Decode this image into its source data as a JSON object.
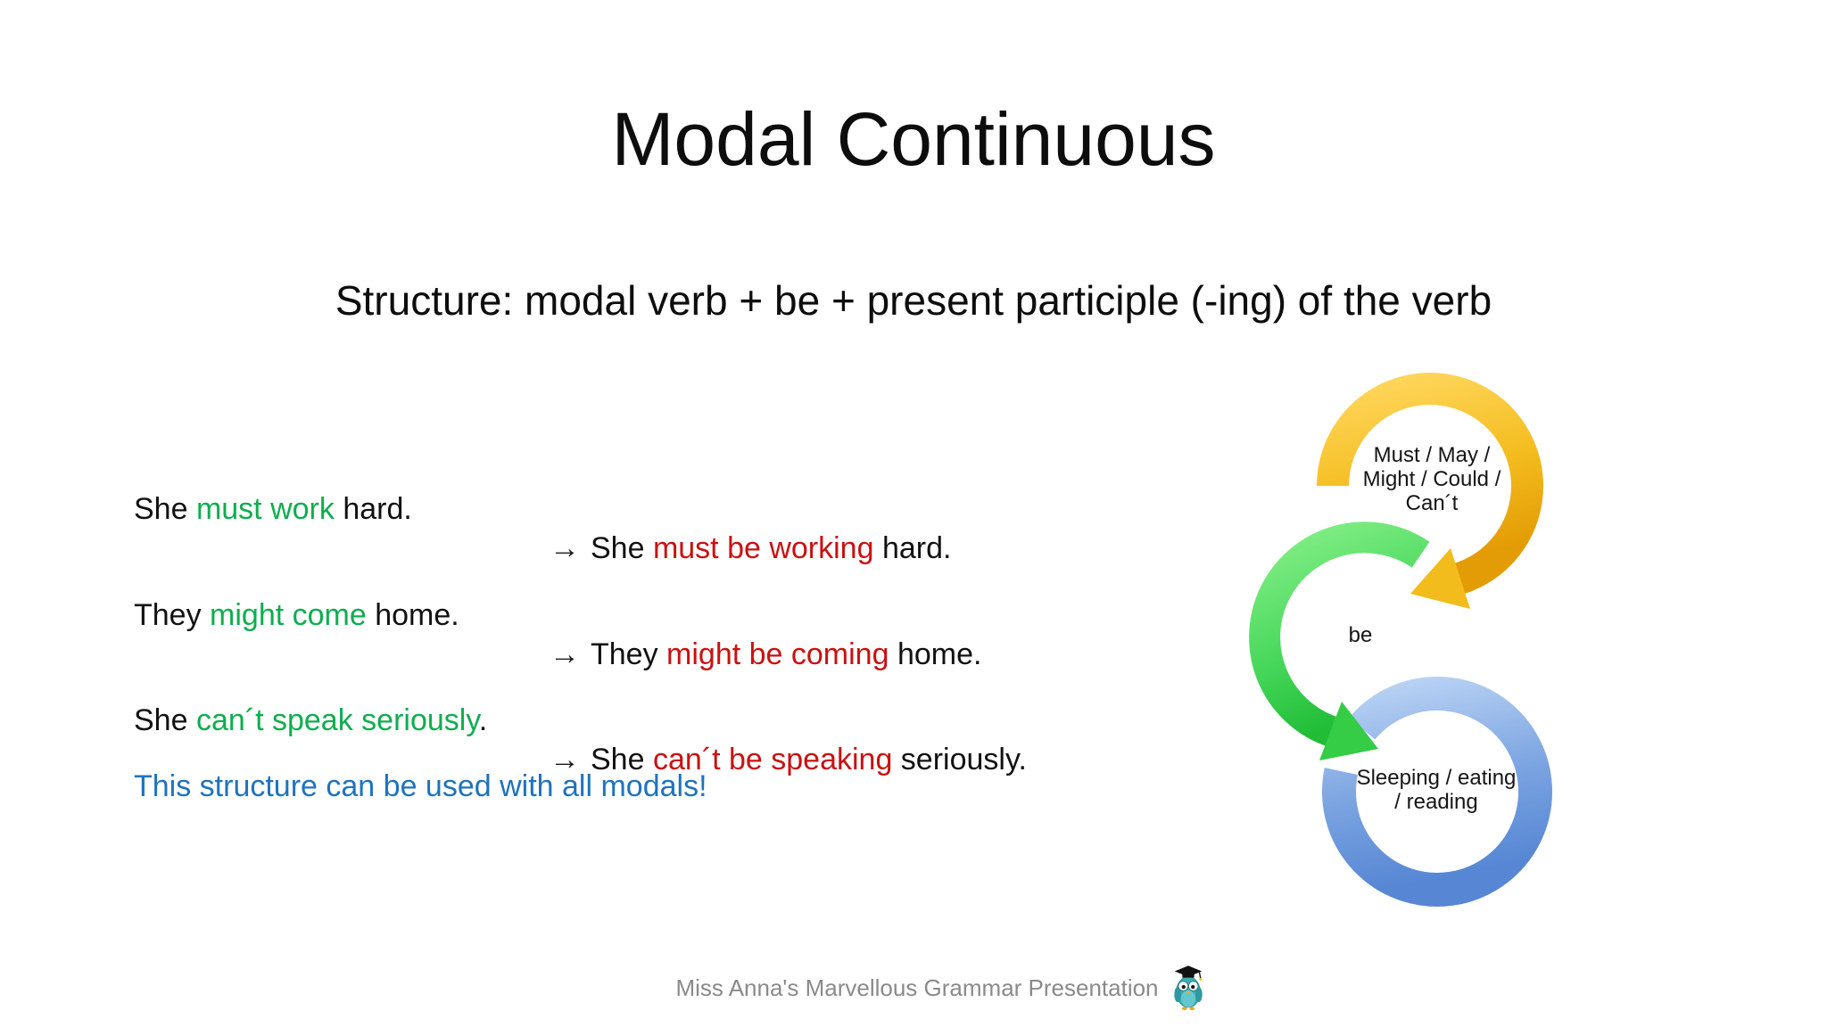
{
  "title": "Modal Continuous",
  "structure_line": "Structure: modal verb + be + present participle (-ing) of the verb",
  "examples": [
    {
      "left_pre": "She ",
      "left_verb": "must work",
      "left_post": " hard.",
      "arrow": "→",
      "right_pre": "She ",
      "right_verb": "must be working",
      "right_post": " hard."
    },
    {
      "left_pre": "They ",
      "left_verb": "might come",
      "left_post": " home.",
      "arrow": "→",
      "right_pre": "They ",
      "right_verb": "might be coming",
      "right_post": " home."
    },
    {
      "left_pre": "She ",
      "left_verb": "can´t speak seriously",
      "left_post": ".",
      "arrow": "→",
      "right_pre": "She ",
      "right_verb": "can´t be speaking",
      "right_post": " seriously."
    }
  ],
  "note": "This structure can be used with all modals!",
  "diagram": {
    "modals_ring": {
      "label_lines": [
        "Must / May /",
        "Might / Could /",
        "Can´t"
      ],
      "color": "#F0B429"
    },
    "be_ring": {
      "label": "be",
      "color": "#46CE54"
    },
    "gerunds_ring": {
      "label_lines": [
        "Sleeping / eating",
        "/ reading"
      ],
      "color": "#6D9CDF"
    }
  },
  "footer": {
    "text": "Miss Anna's Marvellous Grammar Presentation",
    "mascot_icon": "owl-graduate"
  },
  "colors": {
    "base_verb_green": "#0FAD4F",
    "continuous_verb_red": "#C91111",
    "note_blue": "#1E73BE",
    "footer_gray": "#8A8A8A",
    "text_black": "#111111"
  }
}
